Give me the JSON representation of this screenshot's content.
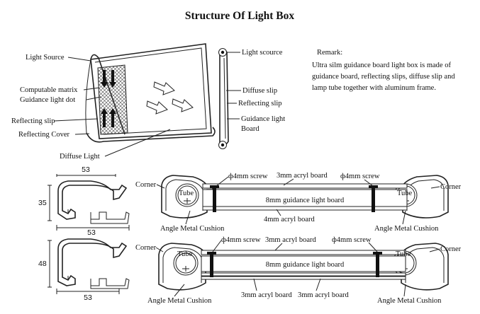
{
  "title": "Structure Of Light Box",
  "top_figure": {
    "labels": {
      "light_source": "Light Source",
      "computable_matrix": "Computable matrix",
      "guidance_light_dot": "Guidance light dot",
      "reflecting_slip": "Reflecting slip",
      "reflecting_cover": "Reflecting Cover",
      "diffuse_light": "Diffuse Light"
    }
  },
  "side_view": {
    "labels": {
      "light_source": "Light scource",
      "diffuse_slip": "Diffuse slip",
      "reflecting_slip": "Reflecting slip",
      "guidance_light": "Guidance light",
      "board": "Board"
    }
  },
  "remark": {
    "heading": "Remark:",
    "lines": [
      "Ultra silm guidance board light box is made of",
      "guidance board, reflecting slips, diffuse slip and",
      "lamp tube together with aluminum frame."
    ]
  },
  "profile_1": {
    "top_width": "53",
    "height": "35",
    "bottom_width": "53"
  },
  "profile_2": {
    "height": "48",
    "bottom_width": "53"
  },
  "section_1": {
    "corner_left": "Corner",
    "corner_right": "Corner",
    "tube_left": "Tube",
    "tube_right": "Tube",
    "screw_left": "ф4mm screw",
    "screw_right": "ф4mm screw",
    "acryl_top": "3mm acryl board",
    "guidance_board": "8mm guidance light board",
    "acryl_bottom": "4mm acryl board",
    "cushion_left": "Angle Metal Cushion",
    "cushion_right": "Angle Metal Cushion"
  },
  "section_2": {
    "corner_left": "Corner",
    "corner_right": "Corner",
    "tube_left": "Tube",
    "tube_right": "Tube",
    "screw_left": "ф4mm screw",
    "screw_right": "ф4mm screw",
    "acryl_top": "3mm acryl board",
    "guidance_board": "8mm guidance light board",
    "acryl_bottom_left": "3mm acryl board",
    "acryl_bottom_right": "3mm acryl board",
    "cushion_left": "Angle Metal Cushion",
    "cushion_right": "Angle Metal Cushion"
  }
}
